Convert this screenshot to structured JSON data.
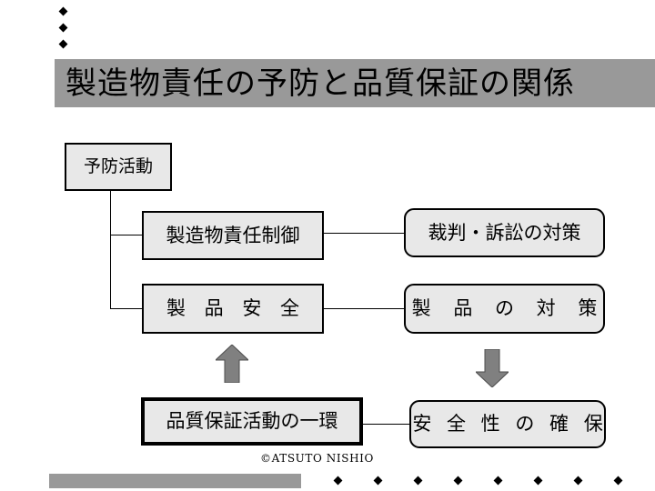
{
  "slide": {
    "title": "製造物責任の予防と品質保証の関係",
    "copyright": "©ATSUTO  NISHIO",
    "colors": {
      "banner": "#999999",
      "box_fill": "#e8e8e8",
      "box_border": "#000000",
      "arrow_fill": "#808080",
      "footer_bar": "#999999",
      "background": "#ffffff"
    }
  },
  "top_bullets": [
    {
      "name": "bullet-1"
    },
    {
      "name": "bullet-2"
    },
    {
      "name": "bullet-3"
    }
  ],
  "diagram": {
    "nodes": [
      {
        "id": "prevention",
        "label": "予防活動",
        "shape": "rect",
        "column": "left"
      },
      {
        "id": "pl-control",
        "label": "製造物責任制御",
        "shape": "rect",
        "column": "middle"
      },
      {
        "id": "litigation",
        "label": "裁判・訴訟の対策",
        "shape": "round-rect",
        "column": "right"
      },
      {
        "id": "product-safety",
        "label": "製 品 安 全",
        "shape": "rect",
        "column": "middle"
      },
      {
        "id": "product-measure",
        "label": "製 品 の 対 策",
        "shape": "round-rect",
        "column": "right"
      },
      {
        "id": "qa-part",
        "label": "品質保証活動の一環",
        "shape": "thick-rect",
        "column": "middle"
      },
      {
        "id": "safety-ensure",
        "label": "安 全 性 の 確 保",
        "shape": "round-rect",
        "column": "right"
      }
    ],
    "arrows": [
      {
        "id": "arrow-up",
        "direction": "up",
        "from": "qa-part",
        "to": "product-safety"
      },
      {
        "id": "arrow-down",
        "direction": "down",
        "from": "product-measure",
        "to": "safety-ensure"
      }
    ],
    "connectors": [
      {
        "from": "prevention",
        "to": "pl-control"
      },
      {
        "from": "prevention",
        "to": "product-safety"
      },
      {
        "from": "pl-control",
        "to": "litigation"
      },
      {
        "from": "product-safety",
        "to": "product-measure"
      },
      {
        "from": "qa-part",
        "to": "safety-ensure"
      }
    ]
  },
  "footer": {
    "bar": true,
    "dot_count": 8
  }
}
